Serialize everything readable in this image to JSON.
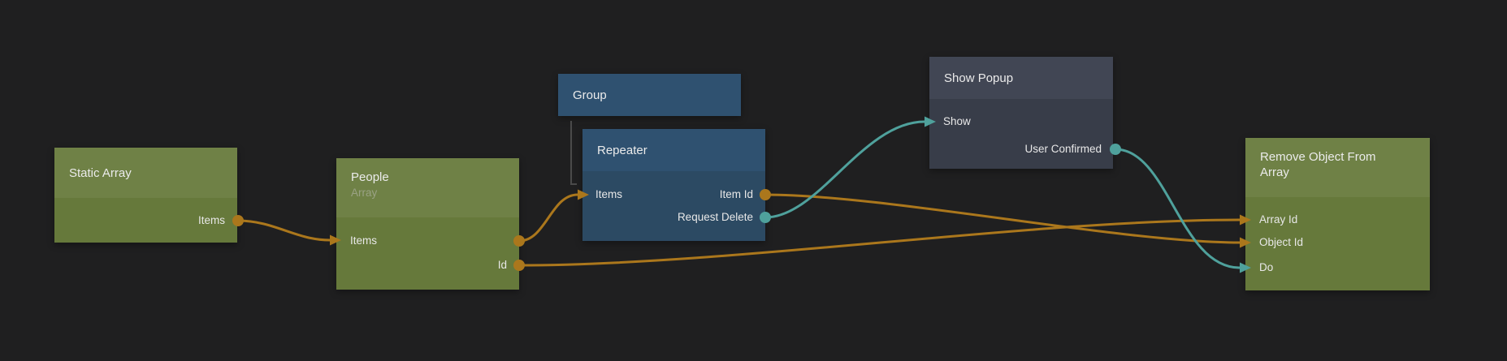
{
  "canvas": {
    "background": "#1f1f20"
  },
  "colors": {
    "wire_orange": "#ab771c",
    "wire_teal": "#4fa19c",
    "green_header": "#6f8146",
    "green_body": "#66793b",
    "blue_header": "#2f5170",
    "blue_body": "#2c4a63",
    "slate_header": "#414654",
    "slate_body": "#383d49",
    "hierarchy_line": "#4a4a4a"
  },
  "nodes": {
    "static_array": {
      "title": "Static Array",
      "ports": {
        "items_out": "Items"
      }
    },
    "people": {
      "title": "People",
      "subtitle": "Array",
      "ports": {
        "items_in": "Items",
        "id_out": "Id"
      }
    },
    "group": {
      "title": "Group"
    },
    "repeater": {
      "title": "Repeater",
      "ports": {
        "items_in": "Items",
        "item_id_out": "Item Id",
        "request_delete_out": "Request Delete"
      }
    },
    "show_popup": {
      "title": "Show Popup",
      "ports": {
        "show_in": "Show",
        "user_confirmed_out": "User Confirmed"
      }
    },
    "remove_object": {
      "title": "Remove Object From Array",
      "ports": {
        "array_id_in": "Array Id",
        "object_id_in": "Object Id",
        "do_in": "Do"
      }
    }
  },
  "connections": [
    {
      "from": "Static Array.Items",
      "to": "People.Items",
      "color": "orange"
    },
    {
      "from": "People.Items",
      "to": "Repeater.Items",
      "color": "orange"
    },
    {
      "from": "People.Id",
      "to": "Remove Object From Array.Array Id",
      "color": "orange"
    },
    {
      "from": "Repeater.Item Id",
      "to": "Remove Object From Array.Object Id",
      "color": "orange"
    },
    {
      "from": "Repeater.Request Delete",
      "to": "Show Popup.Show",
      "color": "teal"
    },
    {
      "from": "Show Popup.User Confirmed",
      "to": "Remove Object From Array.Do",
      "color": "teal"
    }
  ],
  "hierarchy": [
    {
      "parent": "Group",
      "child": "Repeater"
    }
  ]
}
